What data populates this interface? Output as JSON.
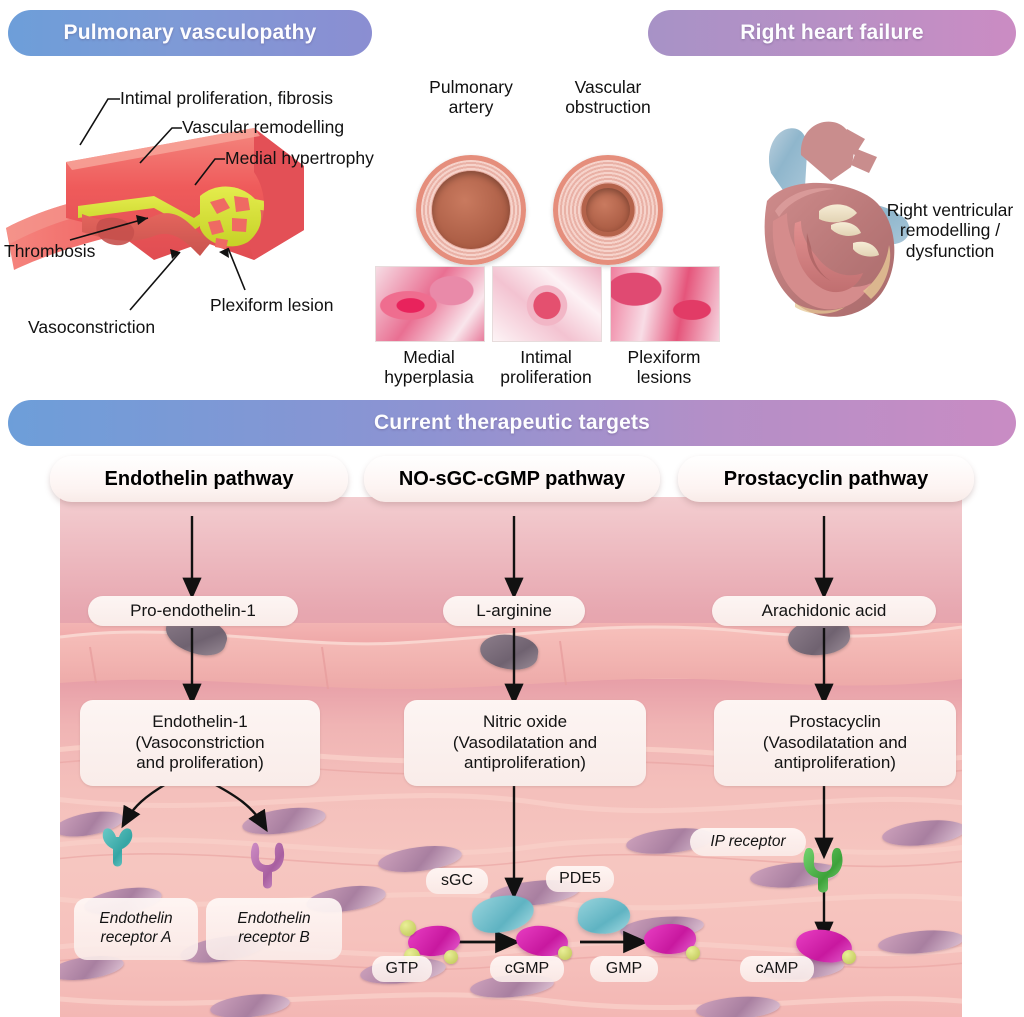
{
  "banners": {
    "pulmonary_vasculopathy": "Pulmonary vasculopathy",
    "right_heart_failure": "Right heart failure",
    "current_therapeutic_targets": "Current therapeutic targets"
  },
  "vessel_labels": {
    "intimal": "Intimal proliferation, fibrosis",
    "remodelling": "Vascular remodelling",
    "medial": "Medial hypertrophy",
    "thrombosis": "Thrombosis",
    "vasoconstriction": "Vasoconstriction",
    "plexiform": "Plexiform lesion"
  },
  "cross_sections": [
    {
      "line1": "Pulmonary",
      "line2": "artery"
    },
    {
      "line1": "Vascular",
      "line2": "obstruction"
    }
  ],
  "histology": [
    {
      "line1": "Medial",
      "line2": "hyperplasia"
    },
    {
      "line1": "Intimal",
      "line2": "proliferation"
    },
    {
      "line1": "Plexiform",
      "line2": "lesions"
    }
  ],
  "heart": {
    "label_line1": "Right ventricular",
    "label_line2": "remodelling /",
    "label_line3": "dysfunction"
  },
  "pathways": [
    {
      "header": "Endothelin pathway",
      "precursor": "Pro-endothelin-1",
      "mediator": {
        "line1": "Endothelin-1",
        "line2": "(Vasoconstriction",
        "line3": "and proliferation)"
      },
      "receptors": [
        {
          "name": "Endothelin",
          "sub": "receptor A",
          "color": "#3eafae"
        },
        {
          "name": "Endothelin",
          "sub": "receptor B",
          "color": "#b濃"
        }
      ]
    },
    {
      "header": "NO-sGC-cGMP pathway",
      "precursor": "L-arginine",
      "mediator": {
        "line1": "Nitric oxide",
        "line2": "(Vasodilatation and",
        "line3": "antiproliferation)"
      },
      "enzymes": [
        "sGC",
        "PDE5"
      ],
      "molecules": [
        "GTP",
        "cGMP",
        "GMP"
      ]
    },
    {
      "header": "Prostacyclin pathway",
      "precursor": "Arachidonic acid",
      "mediator": {
        "line1": "Prostacyclin",
        "line2": "(Vasodilatation and",
        "line3": "antiproliferation)"
      },
      "receptor": "IP receptor",
      "molecule": "cAMP"
    }
  ],
  "receptor_labels": {
    "endothelin_a_l1": "Endothelin",
    "endothelin_a_l2": "receptor A",
    "endothelin_b_l1": "Endothelin",
    "endothelin_b_l2": "receptor B",
    "ip_receptor": "IP receptor"
  },
  "molecule_labels": {
    "sgc": "sGC",
    "pde5": "PDE5",
    "gtp": "GTP",
    "cgmp": "cGMP",
    "gmp": "GMP",
    "camp": "cAMP"
  },
  "colors": {
    "banner_blue": "#6d9ed9",
    "banner_purple": "#8b8ed2",
    "banner_magenta": "#c98cc4",
    "receptor_a": "#3eafae",
    "receptor_b": "#b066a8",
    "receptor_ip": "#4cb84c",
    "molecule_magenta": "#d21fae",
    "enzyme_teal": "#6fbecb",
    "vessel_red": "#ef5b5b",
    "plexiform_yellow": "#d6e03a",
    "cell_pink": "#efa7a7"
  }
}
